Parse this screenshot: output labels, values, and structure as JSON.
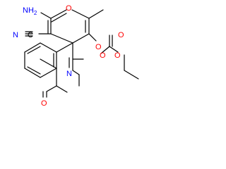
{
  "molecule": {
    "atoms": {
      "amino_n": "NH",
      "amino_h_sub": "2",
      "ring_o": "O",
      "nitrile_n": "N",
      "nitrile_c": "C",
      "carbonate_o": "O",
      "carbonyl_o1": "O",
      "carbonyl_o2": "O",
      "lactam_o": "O",
      "lactam_n": "N",
      "ester_o": "O"
    },
    "colors": {
      "oxygen": "#ff0000",
      "nitrogen": "#0000ff",
      "carbon": "#000000"
    }
  }
}
